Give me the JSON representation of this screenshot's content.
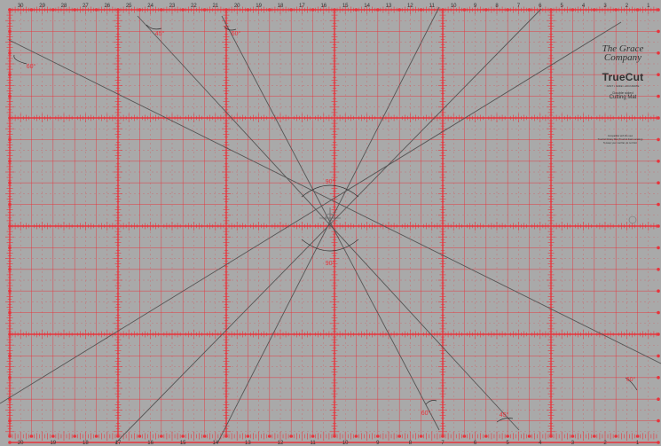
{
  "mat": {
    "background_color": "#a9a9a9",
    "grid_color": "#e8333b",
    "line_color": "#555555",
    "top_ruler_numbers": [
      "30",
      "29",
      "28",
      "27",
      "26",
      "25",
      "24",
      "23",
      "22",
      "21",
      "20",
      "19",
      "18",
      "17",
      "16",
      "15",
      "14",
      "13",
      "12",
      "11",
      "10",
      "9",
      "8",
      "7",
      "6",
      "5",
      "4",
      "3",
      "2",
      "1"
    ],
    "bottom_ruler_numbers": [
      "20",
      "19",
      "18",
      "17",
      "16",
      "15",
      "14",
      "13",
      "12",
      "11",
      "10",
      "9",
      "8",
      "7",
      "6",
      "5",
      "4",
      "3",
      "2",
      "1"
    ],
    "angle_labels": [
      "45°",
      "60°",
      "60°",
      "90°",
      "90°",
      "60°",
      "45°",
      "60°"
    ]
  },
  "brand": {
    "line1": "The Grace",
    "line2": "Company",
    "product": "TrueCut",
    "tagline": "FAST • SAFE • ACCURATE",
    "sided": "Double sided",
    "type": "Cutting Mat"
  },
  "note": {
    "line1": "Compatible with the new",
    "line2": "TrueCut Rotary Mat (TrueCut Fast Locating)",
    "line3": "To keep your mat flat, do not fold."
  }
}
